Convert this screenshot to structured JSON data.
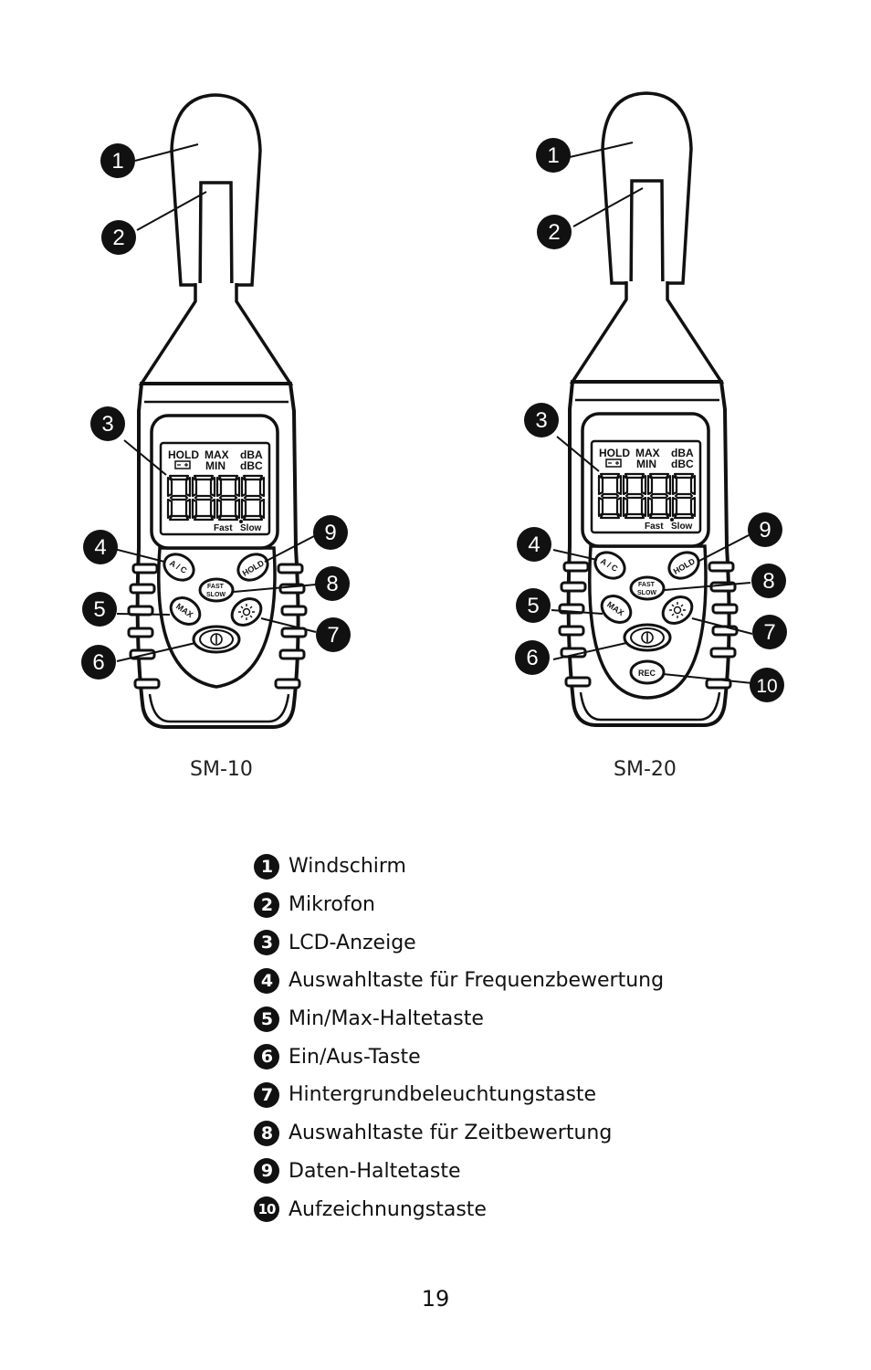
{
  "devices": [
    {
      "model": "SM-10",
      "lcd": {
        "hold": "HOLD",
        "max": "MAX",
        "min": "MIN",
        "dba": "dBA",
        "dbc": "dBC",
        "digits": "8888",
        "fast": "Fast",
        "slow": "Slow"
      },
      "buttons": {
        "ac": "A / C",
        "hold": "HOLD",
        "fast": "FAST",
        "slow": "SLOW",
        "max": "MAX",
        "power_icon": "power-icon",
        "backlight_icon": "sun-icon"
      },
      "callouts": [
        "1",
        "2",
        "3",
        "4",
        "5",
        "6",
        "7",
        "8",
        "9"
      ]
    },
    {
      "model": "SM-20",
      "lcd": {
        "hold": "HOLD",
        "max": "MAX",
        "min": "MIN",
        "dba": "dBA",
        "dbc": "dBC",
        "digits": "8888",
        "fast": "Fast",
        "slow": "Slow"
      },
      "buttons": {
        "ac": "A / C",
        "hold": "HOLD",
        "fast": "FAST",
        "slow": "SLOW",
        "max": "MAX",
        "rec": "REC",
        "power_icon": "power-icon",
        "backlight_icon": "sun-icon"
      },
      "callouts": [
        "1",
        "2",
        "3",
        "4",
        "5",
        "6",
        "7",
        "8",
        "9",
        "10"
      ]
    }
  ],
  "legend": [
    {
      "num": "1",
      "text": "Windschirm"
    },
    {
      "num": "2",
      "text": "Mikrofon"
    },
    {
      "num": "3",
      "text": "LCD-Anzeige"
    },
    {
      "num": "4",
      "text": "Auswahltaste für Frequenzbewertung"
    },
    {
      "num": "5",
      "text": "Min/Max-Haltetaste"
    },
    {
      "num": "6",
      "text": "Ein/Aus-Taste"
    },
    {
      "num": "7",
      "text": "Hintergrundbeleuchtungstaste"
    },
    {
      "num": "8",
      "text": "Auswahltaste für Zeitbewertung"
    },
    {
      "num": "9",
      "text": "Daten-Haltetaste"
    },
    {
      "num": "10",
      "text": "Aufzeichnungstaste"
    }
  ],
  "page_number": "19"
}
